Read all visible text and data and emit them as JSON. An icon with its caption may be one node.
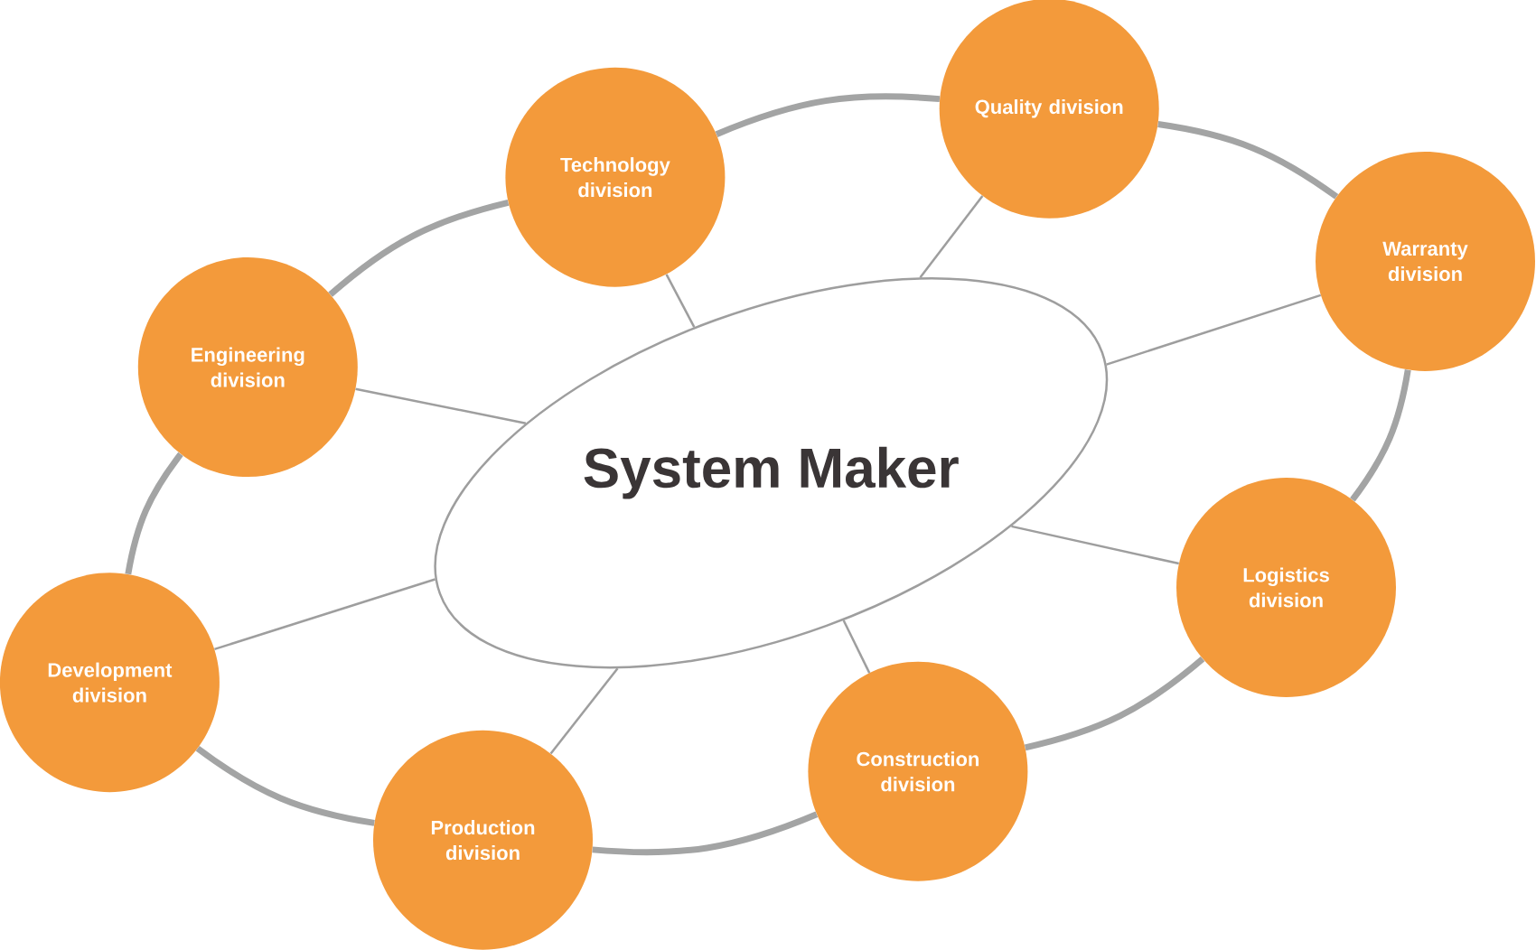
{
  "diagram": {
    "nodes": [
      {
        "text": [
          "System Maker"
        ]
      },
      {
        "text": [
          "Quality division"
        ]
      },
      {
        "text": [
          "Technology division"
        ]
      },
      {
        "text": [
          "Warranty division"
        ]
      },
      {
        "text": [
          "Engineering division"
        ]
      },
      {
        "text": [
          "Logistics division"
        ]
      },
      {
        "text": [
          "Development division"
        ]
      },
      {
        "text": [
          "Construction division"
        ]
      },
      {
        "text": [
          "Production division"
        ]
      }
    ],
    "edges": [
      {
        "from": 0,
        "to": 1,
        "arrow": "none"
      },
      {
        "from": 0,
        "to": 2,
        "arrow": "none"
      },
      {
        "from": 0,
        "to": 3,
        "arrow": "none"
      },
      {
        "from": 0,
        "to": 4,
        "arrow": "none"
      },
      {
        "from": 0,
        "to": 5,
        "arrow": "none"
      },
      {
        "from": 0,
        "to": 6,
        "arrow": "none"
      },
      {
        "from": 0,
        "to": 7,
        "arrow": "none"
      },
      {
        "from": 0,
        "to": 8,
        "arrow": "none"
      },
      {
        "from": 2,
        "to": 1,
        "arrow": "none",
        "style": "thick"
      },
      {
        "from": 1,
        "to": 3,
        "arrow": "none",
        "style": "thick"
      },
      {
        "from": 3,
        "to": 5,
        "arrow": "none",
        "style": "thick"
      },
      {
        "from": 5,
        "to": 7,
        "arrow": "none",
        "style": "thick"
      },
      {
        "from": 7,
        "to": 8,
        "arrow": "none",
        "style": "thick"
      },
      {
        "from": 8,
        "to": 6,
        "arrow": "none",
        "style": "thick"
      },
      {
        "from": 6,
        "to": 4,
        "arrow": "none",
        "style": "thick"
      },
      {
        "from": 4,
        "to": 2,
        "arrow": "none",
        "style": "thick"
      }
    ]
  }
}
